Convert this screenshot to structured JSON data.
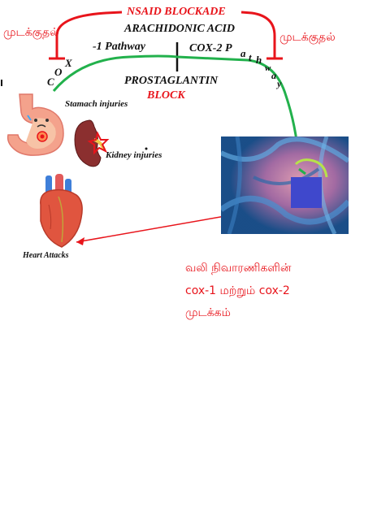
{
  "diagram": {
    "title": "NSAID BLOCKADE",
    "center_top": "ARACHIDONIC ACID",
    "center_bottom": "PROSTAGLANTIN",
    "block_label": "BLOCK",
    "left_blocking_label": "முடக்குதல்",
    "right_blocking_label": "முடக்குதல்",
    "cox1_pathway": {
      "prefix_letters": [
        "C",
        "O",
        "X"
      ],
      "text": "-1 Pathway"
    },
    "cox2_pathway": {
      "text": "COX-2 P",
      "letters": [
        "a",
        "t",
        "h",
        "w",
        "a",
        "y"
      ]
    },
    "injury_labels": {
      "stomach": "Stamach injuries",
      "kidney": "Kidney injuries",
      "heart": "Heart Attacks"
    },
    "caption_lines": [
      "வலி நிவாரணிகளின்",
      "cox-1 மற்றும் cox-2",
      "முடக்கம்"
    ],
    "colors": {
      "red": "#e8141b",
      "green": "#22b14c",
      "black": "#111111",
      "blue_square": "#3f48cc",
      "cell_background": "#1a4f8a"
    }
  }
}
